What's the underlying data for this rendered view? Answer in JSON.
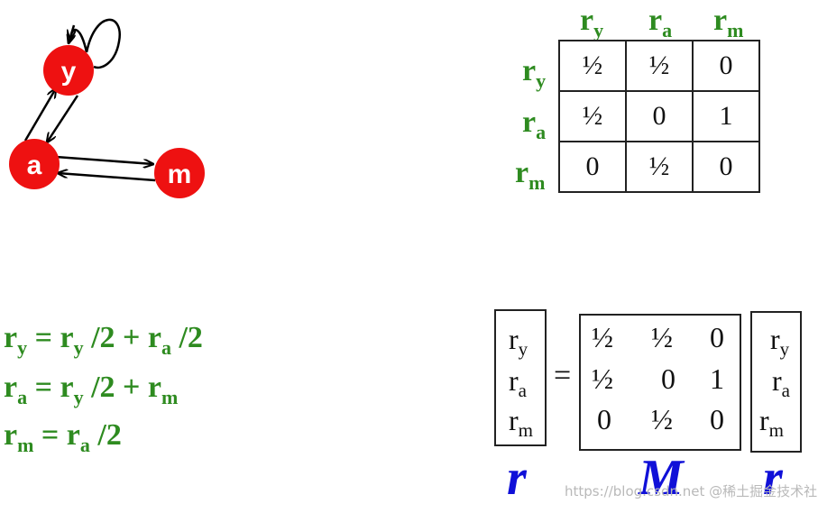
{
  "graph": {
    "nodes": [
      {
        "id": "y",
        "label": "y",
        "color": "#ee1111"
      },
      {
        "id": "a",
        "label": "a",
        "color": "#ee1111"
      },
      {
        "id": "m",
        "label": "m",
        "color": "#ee1111"
      }
    ],
    "edges": [
      {
        "from": "y",
        "to": "y"
      },
      {
        "from": "y",
        "to": "a"
      },
      {
        "from": "a",
        "to": "y"
      },
      {
        "from": "a",
        "to": "m"
      },
      {
        "from": "m",
        "to": "a"
      }
    ]
  },
  "matrix_table": {
    "col_headers": [
      {
        "base": "r",
        "sub": "y"
      },
      {
        "base": "r",
        "sub": "a"
      },
      {
        "base": "r",
        "sub": "m"
      }
    ],
    "row_headers": [
      {
        "base": "r",
        "sub": "y"
      },
      {
        "base": "r",
        "sub": "a"
      },
      {
        "base": "r",
        "sub": "m"
      }
    ],
    "cells": [
      [
        "½",
        "½",
        "0"
      ],
      [
        "½",
        "0",
        "1"
      ],
      [
        "0",
        "½",
        "0"
      ]
    ]
  },
  "equations": {
    "line1": {
      "lhs": "r",
      "lhs_sub": "y",
      "eq": " = ",
      "t1": "r",
      "t1_sub": "y",
      "op1": " /2 + ",
      "t2": "r",
      "t2_sub": "a",
      "tail": " /2"
    },
    "line2": {
      "lhs": "r",
      "lhs_sub": "a",
      "eq": " = ",
      "t1": "r",
      "t1_sub": "y",
      "op1": " /2 + ",
      "t2": "r",
      "t2_sub": "m"
    },
    "line3": {
      "lhs": "r",
      "lhs_sub": "m",
      "eq": " = ",
      "t1": "r",
      "t1_sub": "a",
      "op1": " /2"
    }
  },
  "matrix_equation": {
    "left_vector": [
      {
        "base": "r",
        "sub": "y"
      },
      {
        "base": "r",
        "sub": "a"
      },
      {
        "base": "r",
        "sub": "m"
      }
    ],
    "equals": "=",
    "M": [
      [
        "½",
        "½",
        "0"
      ],
      [
        "½",
        "0",
        "1"
      ],
      [
        "0",
        "½",
        "0"
      ]
    ],
    "right_vector": [
      {
        "base": "r",
        "sub": "y"
      },
      {
        "base": "r",
        "sub": "a"
      },
      {
        "base": "r",
        "sub": "m"
      }
    ],
    "labels": {
      "left": "r",
      "middle": "M",
      "right": "r"
    }
  },
  "watermark": "https://blog.csdn.net  @稀土掘金技术社区",
  "colors": {
    "green": "#2e8b20",
    "blue": "#1010d8",
    "node_red": "#ee1111"
  }
}
